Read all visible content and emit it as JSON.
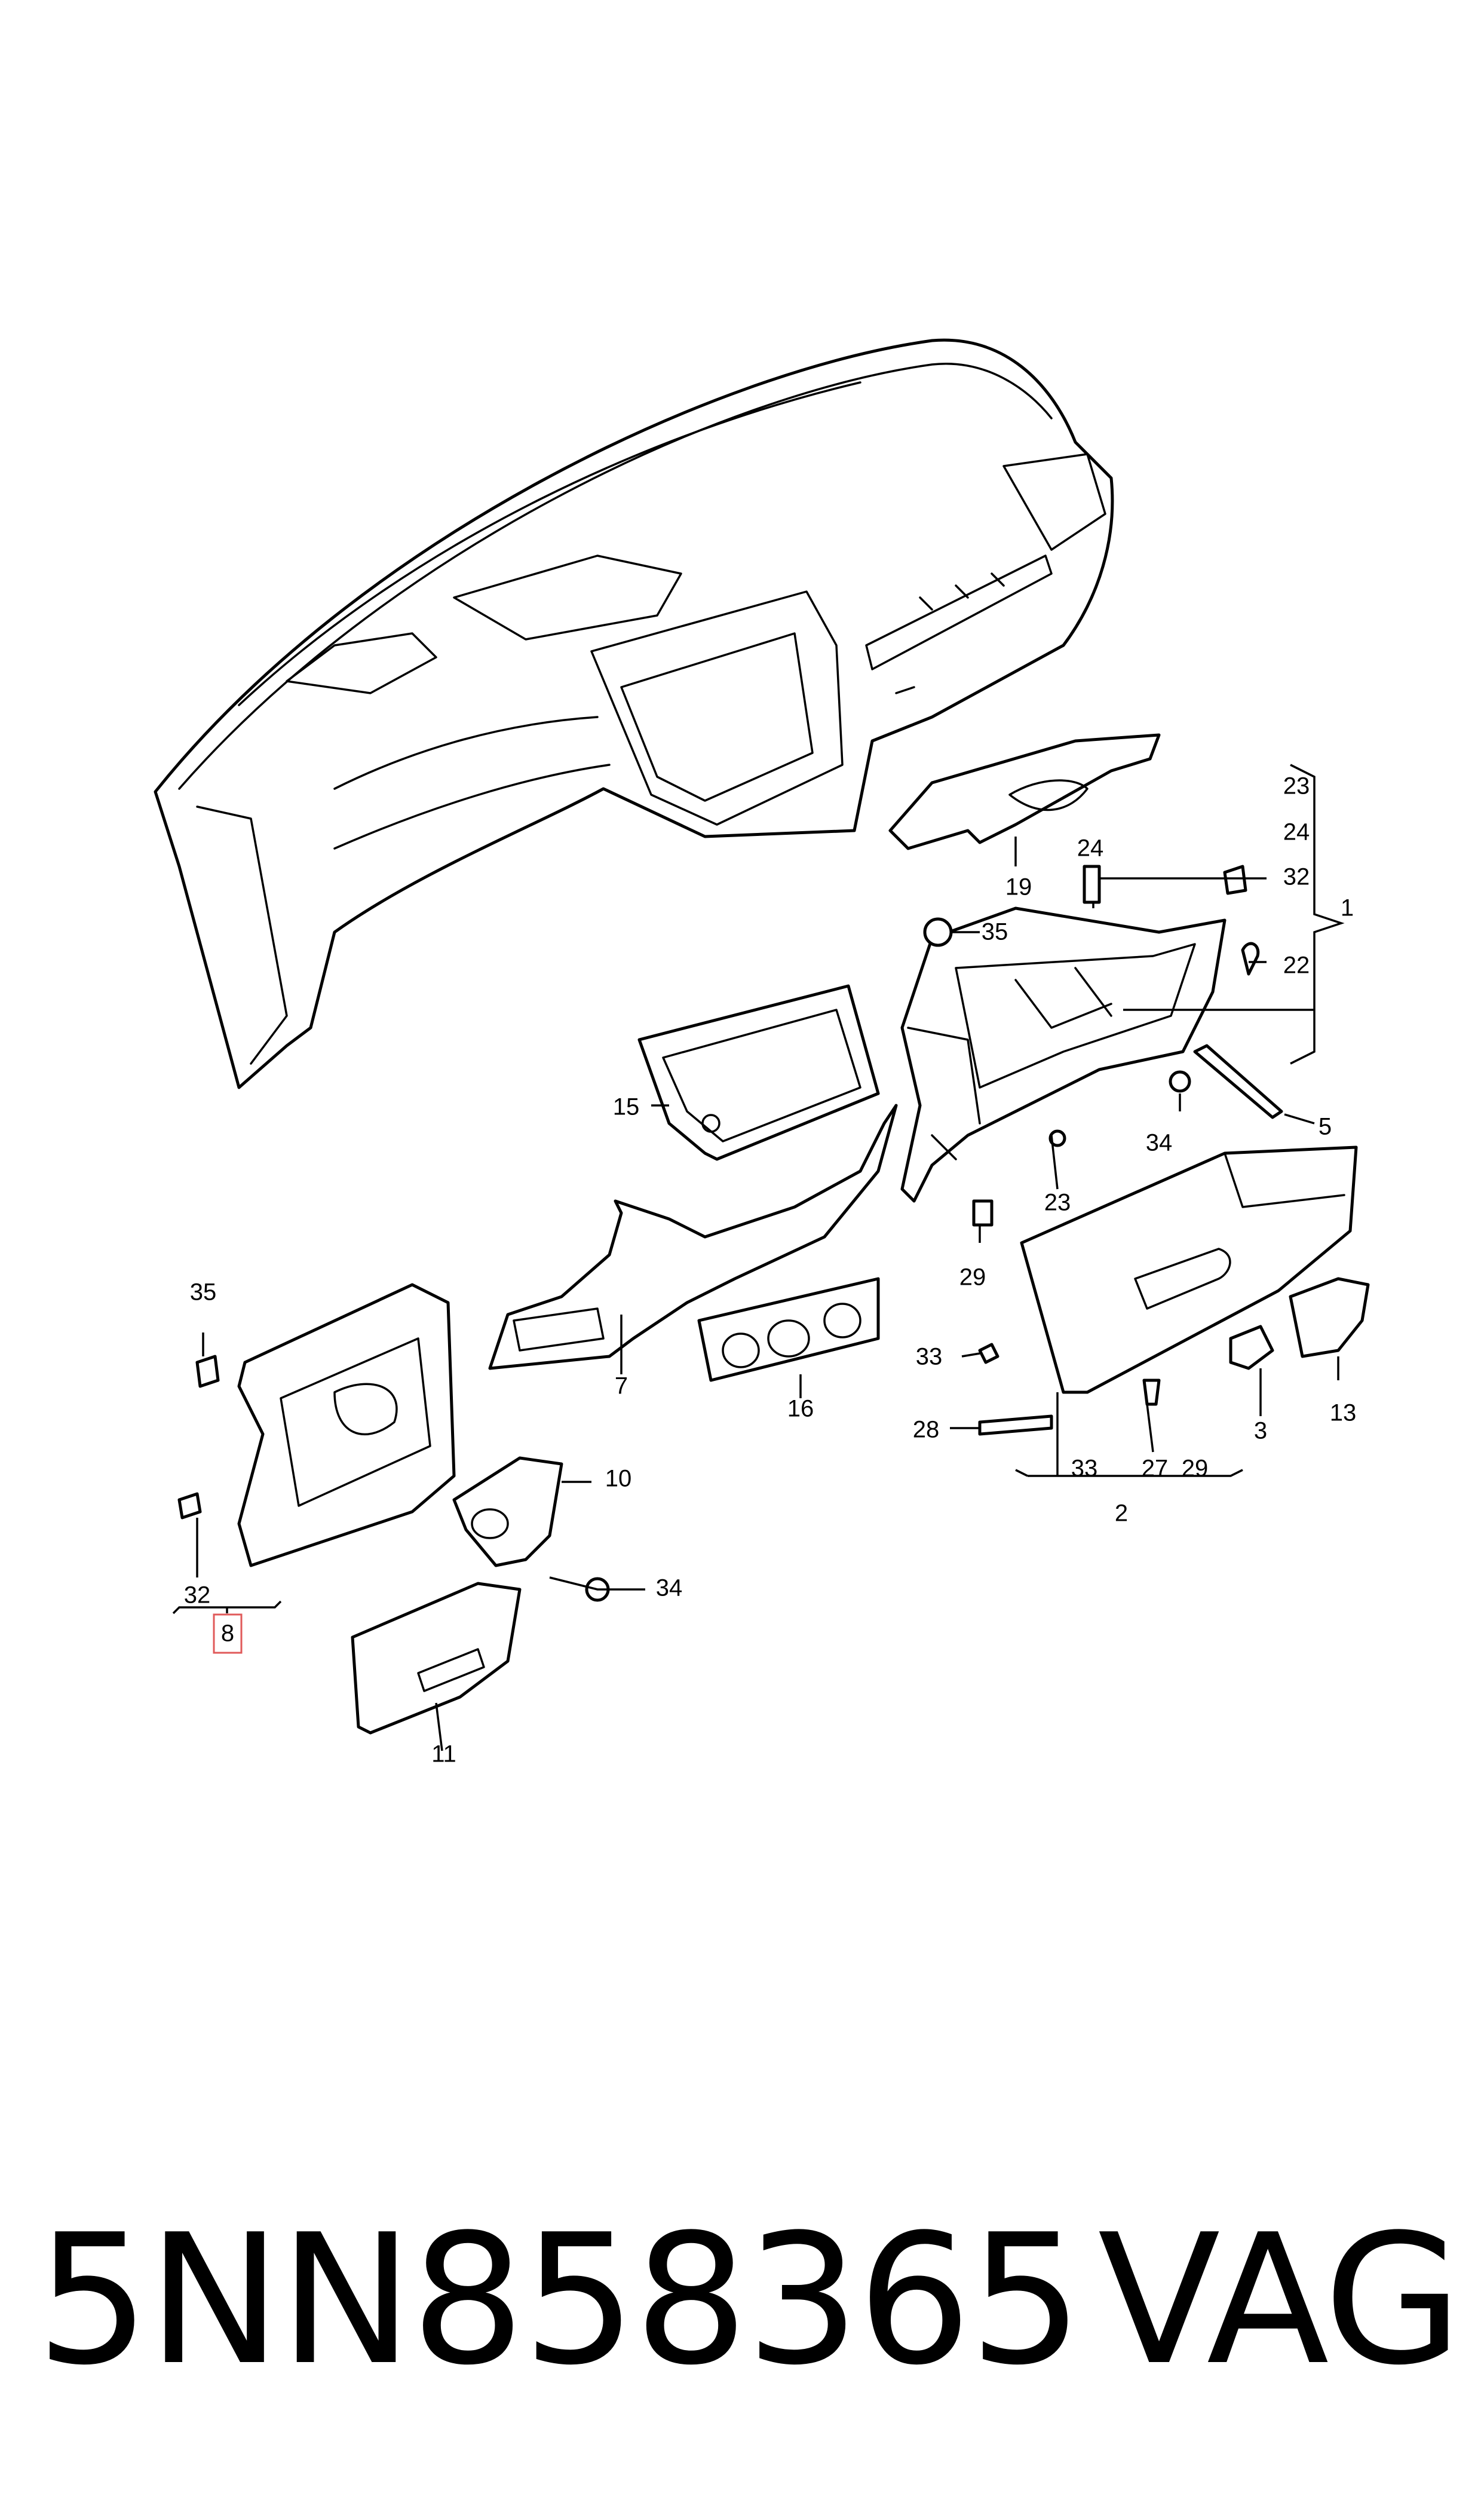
{
  "part_number": "5NN858365",
  "brand": "VAG",
  "callouts": {
    "c1": "1",
    "c2": "2",
    "c3": "3",
    "c5": "5",
    "c7": "7",
    "c8": "8",
    "c10": "10",
    "c11": "11",
    "c13": "13",
    "c15": "15",
    "c16": "16",
    "c19": "19",
    "c22": "22",
    "c23a": "23",
    "c23b": "23",
    "c24a": "24",
    "c24b": "24",
    "c27": "27",
    "c28": "28",
    "c29a": "29",
    "c29b": "29",
    "c32a": "32",
    "c32b": "32",
    "c33a": "33",
    "c33b": "33",
    "c34a": "34",
    "c34b": "34",
    "c35a": "35",
    "c35b": "35"
  },
  "highlighted_callout": "8"
}
